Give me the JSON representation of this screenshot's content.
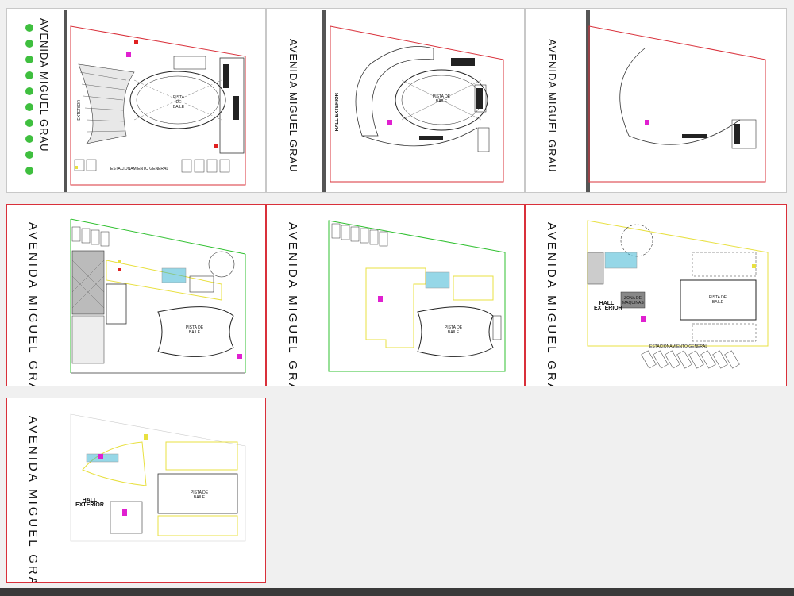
{
  "sheet": {
    "background": "#f0f0f0",
    "panel_border_red": "#d9303a",
    "lot_line": "#d9303a"
  },
  "panels": [
    {
      "id": "p1",
      "street": "AVENIDA MIGUEL GRAU",
      "labels": {
        "parking": "ESTACIONAMIENTO GENERAL",
        "dance": "PISTA DE BAILE",
        "exterior": "EXTERIOR"
      }
    },
    {
      "id": "p2",
      "street": "AVENIDA MIGUEL GRAU",
      "labels": {
        "hall": "HALL EXTERIOR",
        "dance": "PISTA DE BAILE"
      }
    },
    {
      "id": "p3",
      "street": "AVENIDA MIGUEL GRAU",
      "labels": {}
    },
    {
      "id": "p4",
      "street": "AVENIDA MIGUEL GRAU",
      "labels": {
        "dance": "PISTA DE BAILE"
      }
    },
    {
      "id": "p5",
      "street": "AVENIDA MIGUEL GRAU",
      "labels": {
        "dance": "PISTA DE BAILE"
      }
    },
    {
      "id": "p6",
      "street": "AVENIDA MIGUEL GRAU",
      "labels": {
        "hall": "HALL EXTERIOR",
        "dance": "PISTA DE BAILE",
        "parking": "ESTACIONAMIENTO GENERAL",
        "zone": "ZONA DE MAQUINAS"
      }
    },
    {
      "id": "p7",
      "street": "AVENIDA MIGUEL GRAU",
      "labels": {
        "hall": "HALL EXTERIOR",
        "dance": "PISTA DE BAILE"
      }
    }
  ],
  "colors": {
    "accent_yellow": "#e8e040",
    "accent_magenta": "#e020d0",
    "accent_cyan": "#30b0d0",
    "accent_green": "#30c030",
    "accent_red": "#e02020"
  }
}
